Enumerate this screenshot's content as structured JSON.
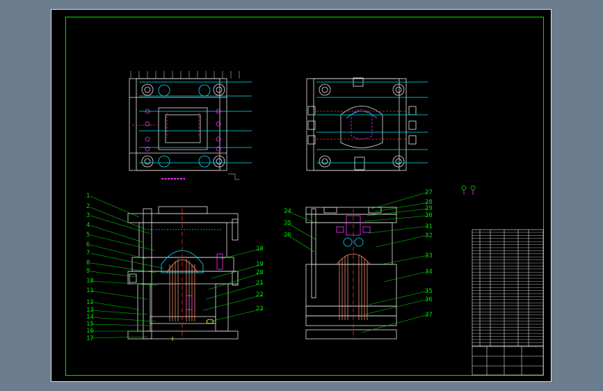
{
  "window": {
    "title": ""
  },
  "callouts_left": [
    "1",
    "2",
    "3",
    "4",
    "5",
    "6",
    "7",
    "8",
    "9",
    "10",
    "11",
    "12",
    "13",
    "14",
    "15",
    "16",
    "17"
  ],
  "callouts_mid": [
    "18",
    "19",
    "20",
    "21",
    "22",
    "23"
  ],
  "callouts_right_left": [
    "24",
    "25",
    "26"
  ],
  "callouts_right": [
    "27",
    "28",
    "29",
    "30",
    "31",
    "32",
    "33",
    "34",
    "35",
    "36",
    "37"
  ],
  "colors": {
    "background": "#6b7d8c",
    "sheet": "#000000",
    "frame": "#00e000",
    "linework": "#e8e8e8",
    "cyan": "#00e5ff",
    "magenta": "#ff30ff",
    "red": "#ff3030",
    "salmon": "#ff8c70",
    "yellow": "#ffff40"
  }
}
